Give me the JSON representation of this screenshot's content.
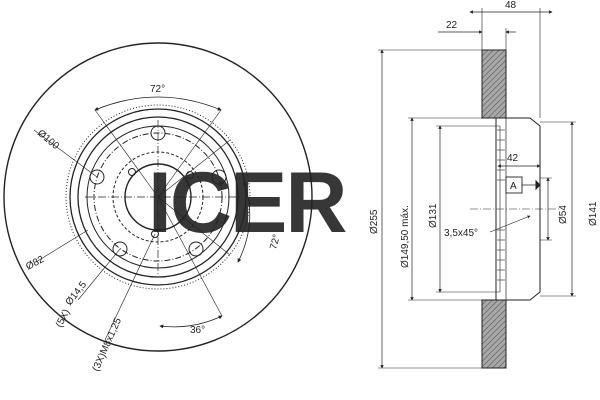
{
  "front_view": {
    "angle_top": "72°",
    "angle_right": "72°",
    "angle_bottom": "36°",
    "dia_100": "Ø100",
    "dia_82": "Ø82",
    "hole_14_5": "Ø14,5",
    "count_5x": "(5X)",
    "count_3x": "(3X)M8x1,25"
  },
  "side_view": {
    "width_48": "48",
    "offset_22": "22",
    "depth_42": "42",
    "chamfer": "3,5x45°",
    "datum": "A",
    "dia_255": "Ø255",
    "dia_149": "Ø149,50 máx.",
    "dia_131": "Ø131",
    "dia_54": "Ø54",
    "dia_141": "Ø141"
  },
  "watermark": "ICER",
  "colors": {
    "line": "#222222",
    "hatch_fill": "#888888",
    "watermark": "#d9d9d9"
  }
}
